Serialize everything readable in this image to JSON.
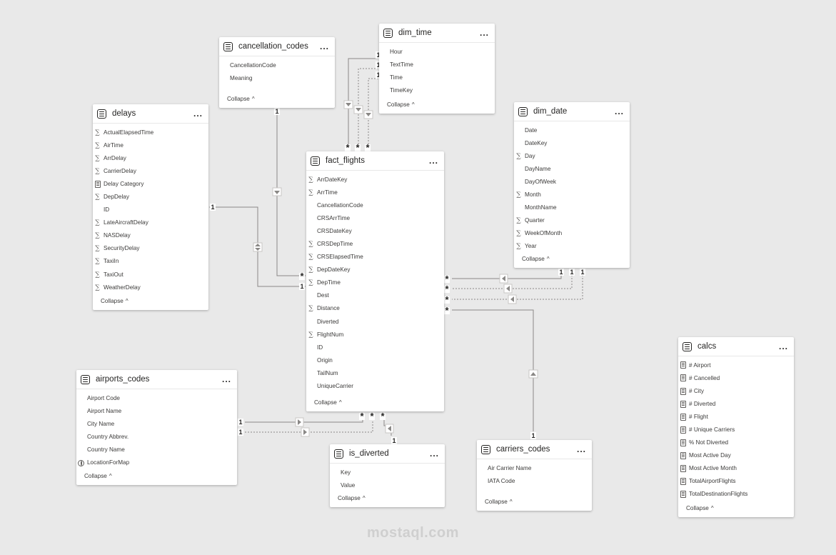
{
  "tables": {
    "cancellation_codes": {
      "title": "cancellation_codes",
      "fields": [
        "CancellationCode",
        "Meaning"
      ],
      "collapse": "Collapse"
    },
    "dim_time": {
      "title": "dim_time",
      "fields": [
        "Hour",
        "TextTime",
        "Time",
        "TimeKey"
      ],
      "collapse": "Collapse"
    },
    "delays": {
      "title": "delays",
      "fields": [
        {
          "name": "ActualElapsedTime",
          "icon": "sigma-icon"
        },
        {
          "name": "AirTime",
          "icon": "sigma-icon"
        },
        {
          "name": "ArrDelay",
          "icon": "sigma-icon"
        },
        {
          "name": "CarrierDelay",
          "icon": "sigma-icon"
        },
        {
          "name": "Delay Category",
          "icon": "calculated-column-icon"
        },
        {
          "name": "DepDelay",
          "icon": "sigma-icon"
        },
        {
          "name": "ID",
          "icon": ""
        },
        {
          "name": "LateAircraftDelay",
          "icon": "sigma-icon"
        },
        {
          "name": "NASDelay",
          "icon": "sigma-icon"
        },
        {
          "name": "SecurityDelay",
          "icon": "sigma-icon"
        },
        {
          "name": "TaxiIn",
          "icon": "sigma-icon"
        },
        {
          "name": "TaxiOut",
          "icon": "sigma-icon"
        },
        {
          "name": "WeatherDelay",
          "icon": "sigma-icon"
        }
      ],
      "collapse": "Collapse"
    },
    "dim_date": {
      "title": "dim_date",
      "fields": [
        {
          "name": "Date",
          "icon": ""
        },
        {
          "name": "DateKey",
          "icon": ""
        },
        {
          "name": "Day",
          "icon": "sigma-icon"
        },
        {
          "name": "DayName",
          "icon": ""
        },
        {
          "name": "DayOfWeek",
          "icon": ""
        },
        {
          "name": "Month",
          "icon": "sigma-icon"
        },
        {
          "name": "MonthName",
          "icon": ""
        },
        {
          "name": "Quarter",
          "icon": "sigma-icon"
        },
        {
          "name": "WeekOfMonth",
          "icon": "sigma-icon"
        },
        {
          "name": "Year",
          "icon": "sigma-icon"
        }
      ],
      "collapse": "Collapse"
    },
    "fact_flights": {
      "title": "fact_flights",
      "fields": [
        {
          "name": "ArrDateKey",
          "icon": "sigma-icon"
        },
        {
          "name": "ArrTime",
          "icon": "sigma-icon"
        },
        {
          "name": "CancellationCode",
          "icon": ""
        },
        {
          "name": "CRSArrTime",
          "icon": ""
        },
        {
          "name": "CRSDateKey",
          "icon": ""
        },
        {
          "name": "CRSDepTime",
          "icon": "sigma-icon"
        },
        {
          "name": "CRSElapsedTime",
          "icon": "sigma-icon"
        },
        {
          "name": "DepDateKey",
          "icon": "sigma-icon"
        },
        {
          "name": "DepTime",
          "icon": "sigma-icon"
        },
        {
          "name": "Dest",
          "icon": ""
        },
        {
          "name": "Distance",
          "icon": "sigma-icon"
        },
        {
          "name": "Diverted",
          "icon": ""
        },
        {
          "name": "FlightNum",
          "icon": "sigma-icon"
        },
        {
          "name": "ID",
          "icon": ""
        },
        {
          "name": "Origin",
          "icon": ""
        },
        {
          "name": "TailNum",
          "icon": ""
        },
        {
          "name": "UniqueCarrier",
          "icon": ""
        }
      ],
      "collapse": "Collapse"
    },
    "airports_codes": {
      "title": "airports_codes",
      "fields": [
        {
          "name": "Airport Code",
          "icon": ""
        },
        {
          "name": "Airport Name",
          "icon": ""
        },
        {
          "name": "City Name",
          "icon": ""
        },
        {
          "name": "Country Abbrev.",
          "icon": ""
        },
        {
          "name": "Country Name",
          "icon": ""
        },
        {
          "name": "LocationForMap",
          "icon": "globe-icon"
        }
      ],
      "collapse": "Collapse"
    },
    "is_diverted": {
      "title": "is_diverted",
      "fields": [
        "Key",
        "Value"
      ],
      "collapse": "Collapse"
    },
    "carriers_codes": {
      "title": "carriers_codes",
      "fields": [
        "Air Carrier Name",
        "IATA Code"
      ],
      "collapse": "Collapse"
    },
    "calcs": {
      "title": "calcs",
      "fields": [
        "# Airport",
        "# Cancelled",
        "# City",
        "# Diverted",
        "# Flight",
        "# Unique Carriers",
        "% Not Diverted",
        "Most Active Day",
        "Most Active Month",
        "TotalAirportFlights",
        "TotalDestinationFlights"
      ],
      "collapse": "Collapse"
    }
  },
  "cardinality": {
    "one": "1",
    "many": "*"
  },
  "more_menu": "...",
  "watermark": "mostaql.com"
}
